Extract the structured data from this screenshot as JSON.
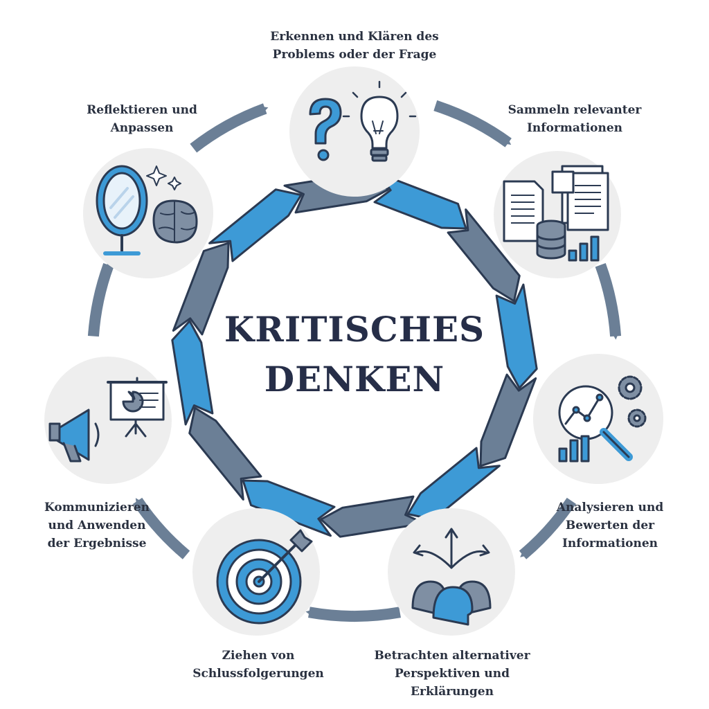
{
  "title": {
    "line1": "KRITISCHES",
    "line2": "DENKEN"
  },
  "steps": [
    {
      "icon": "question-bulb-icon",
      "lines": [
        "Erkennen und Klären des",
        "Problems oder der Frage"
      ]
    },
    {
      "icon": "documents-data-icon",
      "lines": [
        "Sammeln relevanter",
        "Informationen"
      ]
    },
    {
      "icon": "magnifier-chart-gears-icon",
      "lines": [
        "Analysieren und",
        "Bewerten der",
        "Informationen"
      ]
    },
    {
      "icon": "heads-arrows-icon",
      "lines": [
        "Betrachten alternativer",
        "Perspektiven und",
        "Erklärungen"
      ]
    },
    {
      "icon": "target-arrow-icon",
      "lines": [
        "Ziehen von",
        "Schlussfolgerungen"
      ]
    },
    {
      "icon": "megaphone-presentation-icon",
      "lines": [
        "Kommunizieren",
        "und Anwenden",
        "der Ergebnisse"
      ]
    },
    {
      "icon": "mirror-brain-icon",
      "lines": [
        "Reflektieren und",
        "Anpassen"
      ]
    }
  ],
  "colors": {
    "blue": "#3d9ad6",
    "slate": "#6b7f96",
    "outline": "#2b3a52",
    "circle_bg": "#eeeeee",
    "text": "#2a3140"
  }
}
